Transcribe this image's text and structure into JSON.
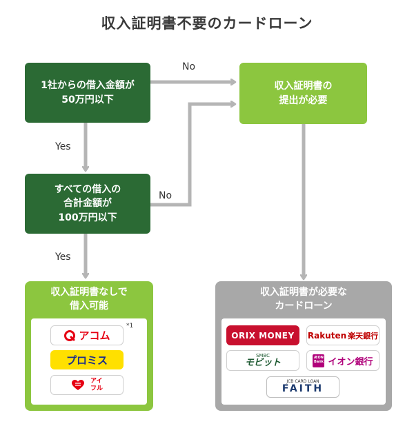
{
  "title": "収入証明書不要のカードローン",
  "nodes": {
    "q1": {
      "line1": "1社からの借入金額が",
      "line2": "50万円以下"
    },
    "q2": {
      "line1": "すべての借入の",
      "line2": "合計金額が",
      "line3": "100万円以下"
    },
    "required": {
      "line1": "収入証明書の",
      "line2": "提出が必要"
    }
  },
  "edges": {
    "q1_no": "No",
    "q1_yes": "Yes",
    "q2_no": "No",
    "q2_yes": "Yes"
  },
  "result_left": {
    "line1": "収入証明書なしで",
    "line2": "借入可能",
    "logos": {
      "acom": "アコム",
      "acom_note": "*1",
      "promise": "プロミス",
      "aiful_line1": "アイ",
      "aiful_line2": "フル"
    }
  },
  "result_right": {
    "line1": "収入証明書が必要な",
    "line2": "カードローン",
    "logos": {
      "orix": "ORIX MONEY",
      "rakuten_latin": "Rakuten",
      "rakuten_jp": "楽天銀行",
      "smbc_top": "SMBC",
      "smbc_main": "モビット",
      "aeon_mark_top": "ÆON",
      "aeon_mark_bottom": "Bank",
      "aeon": "イオン銀行",
      "faith_top": "JCB CARD LOAN",
      "faith_main": "FAITH"
    }
  },
  "colors": {
    "dark_green": "#2b6a34",
    "lime": "#8cc63f",
    "gray_arrow": "#b5b5b5",
    "gray_panel": "#a8a8a8",
    "acom_red": "#e60012",
    "promise_yellow": "#ffe000",
    "promise_blue": "#1d2f8a",
    "orix_red": "#c8102e",
    "aeon_magenta": "#b0007a",
    "faith_navy": "#1c3a6e"
  }
}
